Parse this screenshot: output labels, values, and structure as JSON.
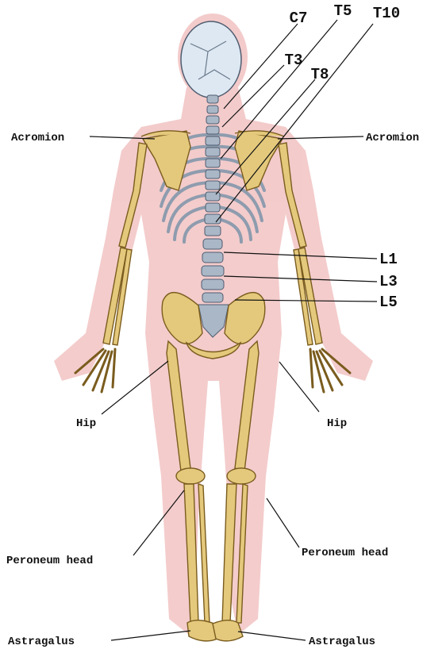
{
  "labels": {
    "c7": "C7",
    "t3": "T3",
    "t5": "T5",
    "t8": "T8",
    "t10": "T10",
    "l1": "L1",
    "l3": "L3",
    "l5": "L5",
    "acromion_left": "Acromion",
    "acromion_right": "Acromion",
    "hip_left": "Hip",
    "hip_right": "Hip",
    "peroneum_head_left": "Peroneum head",
    "peroneum_head_right": "Peroneum head",
    "astragalus_left": "Astragalus",
    "astragalus_right": "Astragalus"
  },
  "colors": {
    "body_silhouette": "#f2c3c3",
    "bone": "#e4c97c",
    "spine_and_ribs": "#aab7c7",
    "skull": "#dde8f2",
    "text": "#111111"
  }
}
